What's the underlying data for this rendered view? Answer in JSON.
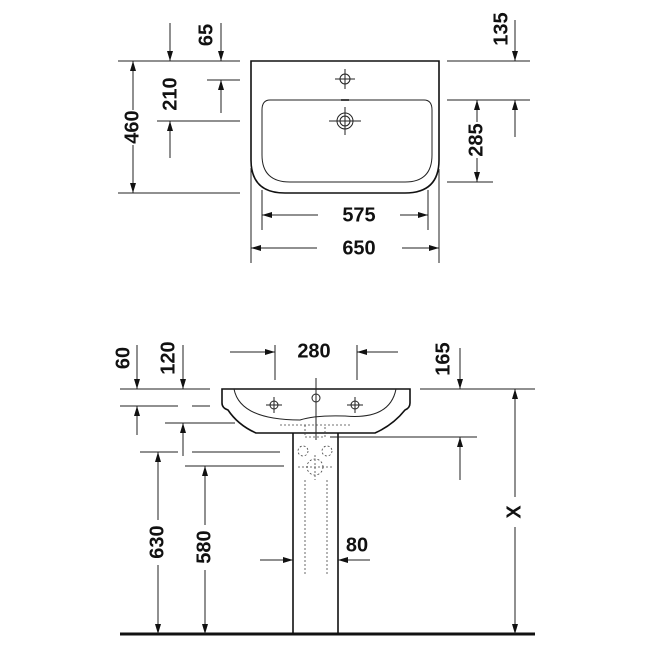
{
  "top_view": {
    "dims": {
      "d65": "65",
      "d460": "460",
      "d210": "210",
      "d135": "135",
      "d285": "285",
      "d575": "575",
      "d650": "650"
    }
  },
  "front_view": {
    "dims": {
      "d60": "60",
      "d120": "120",
      "d280": "280",
      "d165": "165",
      "d630": "630",
      "d580": "580",
      "d80": "80",
      "dX": "X"
    }
  },
  "colors": {
    "line": "#222222",
    "background": "#ffffff"
  }
}
